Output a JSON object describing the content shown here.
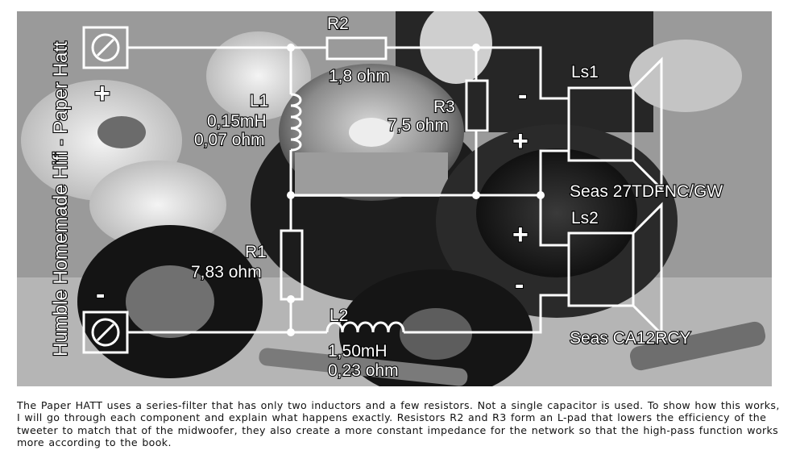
{
  "diagram": {
    "title": "Humble Homemade Hifi - Paper Hatt",
    "terminals": {
      "positive_sign": "+",
      "negative_sign": "-"
    },
    "components": {
      "r2": {
        "name": "R2",
        "value": "1,8 ohm"
      },
      "r3": {
        "name": "R3",
        "value": "7,5 ohm"
      },
      "l1": {
        "name": "L1",
        "value1": "0,15mH",
        "value2": "0,07 ohm"
      },
      "r1": {
        "name": "R1",
        "value": "7,83 ohm"
      },
      "l2": {
        "name": "L2",
        "value1": "1,50mH",
        "value2": "0,23 ohm"
      }
    },
    "speakers": {
      "ls1": {
        "name": "Ls1",
        "model": "Seas 27TDFNC/GW",
        "minus": "-",
        "plus": "+"
      },
      "ls2": {
        "name": "Ls2",
        "model": "Seas CA12RCY",
        "plus": "+",
        "minus": "-"
      }
    }
  },
  "caption": "The Paper HATT uses a series-filter that has only two inductors and a few resistors. Not a single capacitor is used. To show how this works, I will go through each component and explain what happens exactly. Resistors R2 and R3 form an L-pad that lowers the efficiency of the tweeter to match that of the midwoofer, they also create a more constant impedance for the network so that the high-pass function works more according to the book."
}
